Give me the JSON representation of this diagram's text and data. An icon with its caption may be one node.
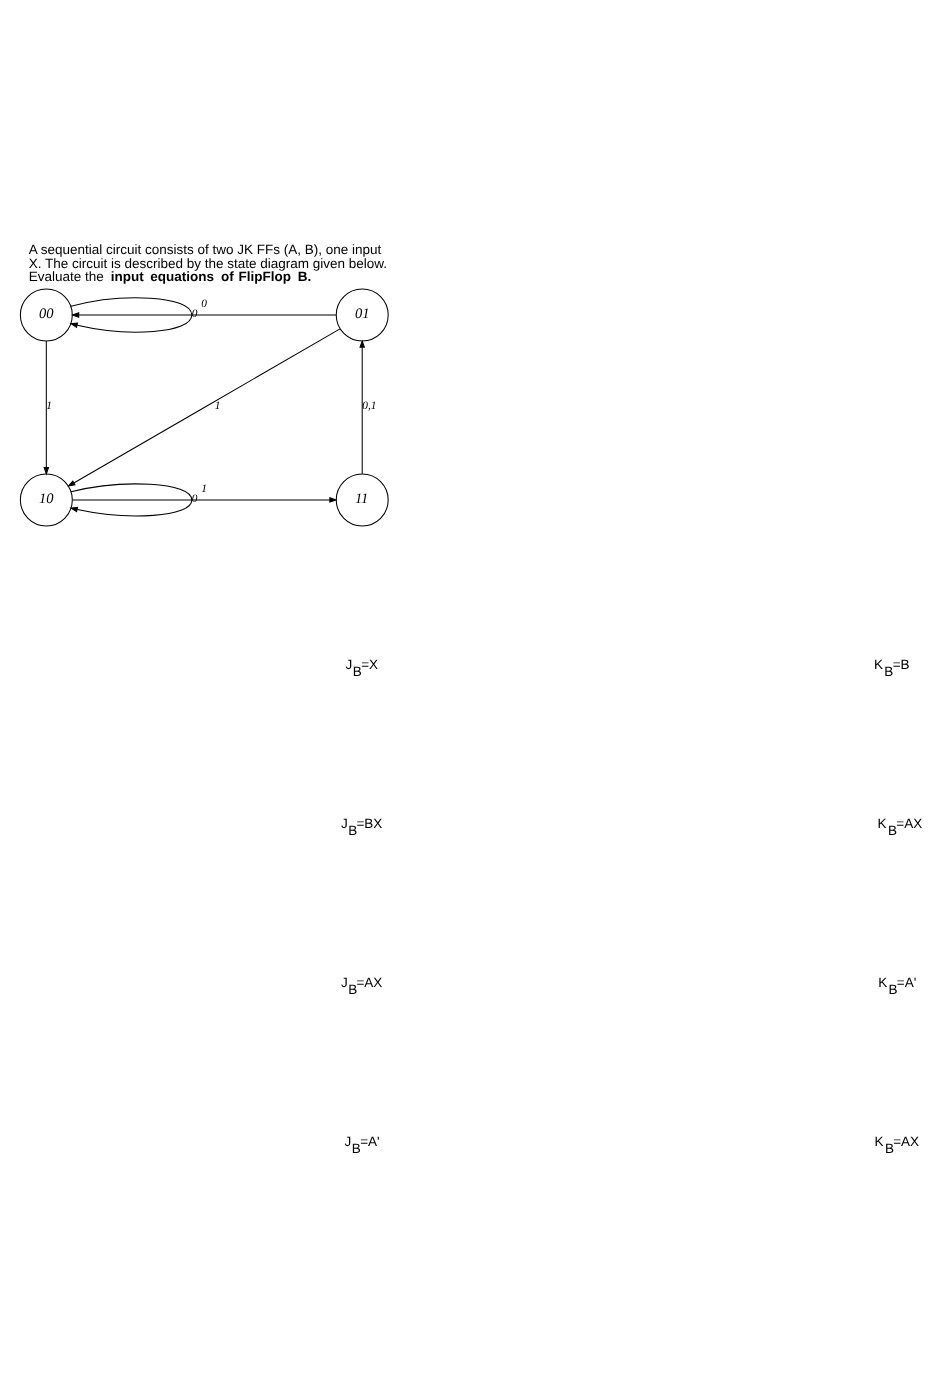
{
  "diagram": {
    "title": "A sequential circuit consists of two JK FFs (A, B), one input X. The circuit is described by the state diagram given below. Evaluate the **input equations of FlipFlop B.**",
    "nodes": [
      {
        "text": [
          "00"
        ]
      },
      {
        "text": [
          "01"
        ]
      },
      {
        "text": [
          "11"
        ]
      },
      {
        "text": [
          "10"
        ]
      }
    ],
    "edges": [
      {
        "from": 0,
        "to": 0,
        "label": "0",
        "arrow": "to"
      },
      {
        "from": 1,
        "to": 0,
        "label": "0",
        "arrow": "to"
      },
      {
        "from": 0,
        "to": 3,
        "label": "1",
        "arrow": "to"
      },
      {
        "from": 1,
        "to": 3,
        "label": "1",
        "arrow": "to"
      },
      {
        "from": 3,
        "to": 3,
        "label": "0",
        "arrow": "to"
      },
      {
        "from": 3,
        "to": 2,
        "label": "1",
        "arrow": "to"
      },
      {
        "from": 2,
        "to": 1,
        "label": "0,1",
        "arrow": "to"
      }
    ],
    "labels": [
      "J$_{B}$=X",
      "K$_{B}$=B",
      "J$_{B}$=BX",
      "K$_{B}$=AX",
      "J$_{B}$=AX",
      "K$_{B}$=A'",
      "J$_{B}$=A'",
      "K$_{B}$=AX"
    ]
  }
}
